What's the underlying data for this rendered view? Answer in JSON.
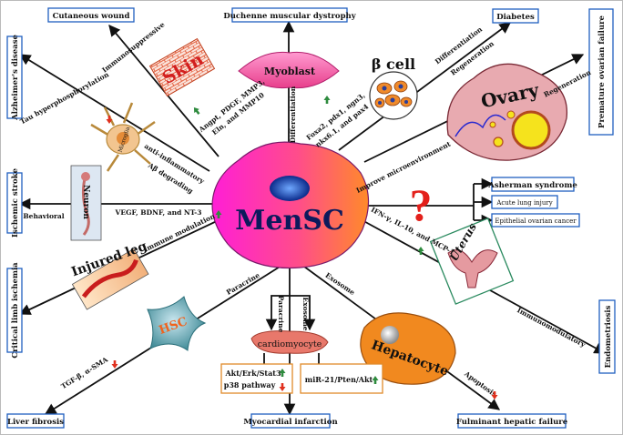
{
  "center": {
    "label": "MenSC"
  },
  "cells": {
    "skin": "Skin",
    "myoblast": "Myoblast",
    "beta_cell": "β cell",
    "ovary": "Ovary",
    "microglia": "Microglia",
    "neuron": "Neuron",
    "injured_leg": "Injured leg",
    "uterus": "Uterus",
    "hsc": "HSC",
    "cardiomyocyte": "cardiomyocyte",
    "hepatocyte": "Hepatocyte",
    "question": "?"
  },
  "outcomes": {
    "cutaneous_wound": "Cutaneous wound",
    "duchenne": "Duchenne muscular dystrophy",
    "diabetes": "Diabetes",
    "premature_ovarian_failure": "Premature ovarian failure",
    "alzheimers": "Alzheimer's disease",
    "ischemic_stroke": "Ischemic stroke",
    "critical_limb_ischemia": "Critical limb ischemia",
    "asherman": "Asherman syndrome",
    "acute_lung_injury": "Acute lung injury",
    "epithelial_ovarian_cancer": "Epithelial ovarian cancer",
    "endometriosis": "Endometriosis",
    "liver_fibrosis": "Liver fibrosis",
    "myocardial_infarction": "Myocardial infarction",
    "fulminant_hepatic_failure": "Fulminant hepatic failure"
  },
  "labels": {
    "immunosuppressive": "Immunosuppressive",
    "tau": "Tau hyperphosphorylation",
    "skin_factors_1": "Angpt, PDGF, MMP3,",
    "skin_factors_2": "Eln, and MMP10",
    "differentiation_myo": "Differentiation",
    "beta_factors_1": "Foxa2, pdx1, ngn3,",
    "beta_factors_2": "nkx6.1, and pax4",
    "differentiation_beta": "Differentiation",
    "regeneration_beta": "Regeneration",
    "regeneration_ovary": "Regeneration",
    "improve_microenvironment": "Improve microenvironment",
    "anti_inflammatory": "anti-inflammatory",
    "abeta_degrading": "Aβ degrading",
    "vegf": "VEGF, BDNF, and NT-3",
    "behavioral": "Behavioral",
    "immune_modulation": "Immune modulation",
    "ifn": "IFN-γ, IL-10, and MCP-1",
    "immunomodulatory": "Immunomodulatory",
    "paracrine_hsc": "Paracrine",
    "exosome_hep": "Exosome",
    "paracrine_card": "Paracrine",
    "exosome_card": "Exosome",
    "tgf": "TGF-β, α-SMA",
    "apoptosis": "Apoptosis",
    "akt_erk": "Akt/Erk/Stat3",
    "p38": "p38 pathway",
    "mir21": "miR-21/Pten/Akt"
  },
  "colors": {
    "up_arrow": "#2e8b3e",
    "down_arrow": "#e0301e",
    "question": "#e3201b"
  },
  "icons": [
    "up-arrow-icon",
    "down-arrow-icon"
  ]
}
